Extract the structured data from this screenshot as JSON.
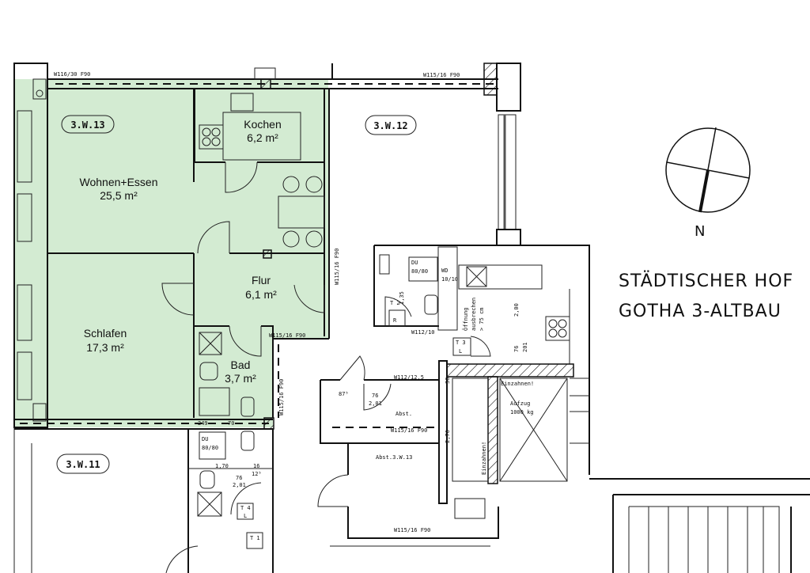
{
  "title": {
    "line1": "STÄDTISCHER HOF",
    "line2": "GOTHA 3-ALTBAU"
  },
  "compass": {
    "label": "N"
  },
  "colors": {
    "highlight": "#d3ebd2",
    "lines": "#111111"
  },
  "units": {
    "w13": "3.W.13",
    "w12": "3.W.12",
    "w11": "3.W.11"
  },
  "rooms": {
    "wohnen": {
      "name": "Wohnen+Essen",
      "area": "25,5 m²"
    },
    "kochen": {
      "name": "Kochen",
      "area": "6,2 m²"
    },
    "flur": {
      "name": "Flur",
      "area": "6,1 m²"
    },
    "schlafen": {
      "name": "Schlafen",
      "area": "17,3 m²"
    },
    "bad": {
      "name": "Bad",
      "area": "3,7 m²"
    }
  },
  "annotations": {
    "w116": "W116/30 F90",
    "w115_top": "W115/16 F90",
    "w115_flur": "W115/16 F90",
    "w115_vert": "W115/16 F90",
    "w115_bad": "W115/16 F90",
    "w115_abst": "W115/16 F90",
    "w115_bottom": "W115/16 F90",
    "w112_10": "W112/10",
    "w112_125": "W112/12,5",
    "du1": "DU",
    "du1_size": "80/80",
    "wd": "WD",
    "wd_size": "10/10",
    "oeffnung1": "Öffnung",
    "oeffnung2": "ausbrechen",
    "oeffnung3": "> 75 cm",
    "abst": "Abst.",
    "abst_w13": "Abst.3.W.13",
    "aufzug": "Aufzug",
    "aufzug_load": "1000 kg",
    "einzahnen1": "Einzahnen!",
    "einzahnen2": "Einzahnen!",
    "t2": "T 2",
    "t2b": "R",
    "t3": "T 3",
    "t3b": "L",
    "t4": "T 4",
    "t4b": "L",
    "t1": "T 1",
    "du2": "DU",
    "du2_size": "80/80",
    "dim_135": "1,35",
    "dim_200": "2,00",
    "dim_76a": "76",
    "dim_201a": "201",
    "dim_30": "30",
    "dim_276": "2,76",
    "dim_875": "87⁵",
    "dim_76b": "76",
    "dim_201b": "2,01",
    "dim_170": "1,70",
    "dim_16": "16",
    "dim_125": "12⁵",
    "dim_76c": "76",
    "dim_201c": "2,01",
    "dim_249": "249",
    "dim_70": "70"
  }
}
